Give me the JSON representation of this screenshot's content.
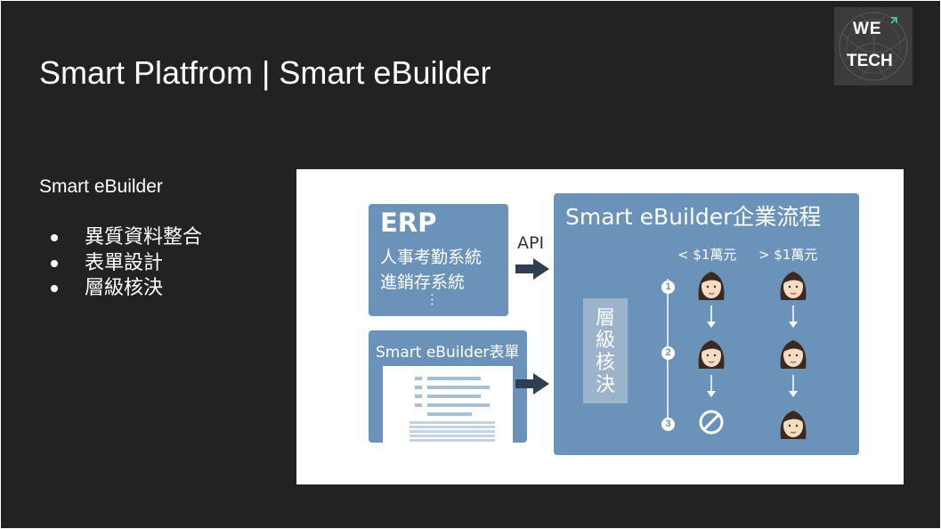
{
  "slide": {
    "title": "Smart Platfrom | Smart eBuilder"
  },
  "logo": {
    "icon": "wetech-logo",
    "line1": "WE",
    "line2": "TECH"
  },
  "content": {
    "heading": "Smart eBuilder",
    "bullets": [
      "異質資料整合",
      "表單設計",
      "層級核決"
    ]
  },
  "diagram": {
    "erp": {
      "title": "ERP",
      "systems": [
        "人事考勤系統",
        "進銷存系統"
      ],
      "ellipsis": "⋮"
    },
    "api_label": "API",
    "form": {
      "title": "Smart eBuilder表單"
    },
    "flow": {
      "title": "Smart eBuilder企業流程",
      "level_label": "層級核決",
      "amount_low": "< $1萬元",
      "amount_high": "> $1萬元",
      "steps": [
        "1",
        "2",
        "3"
      ]
    },
    "colors": {
      "box": "#6b93b9",
      "arrow": "#2f3f4f",
      "level_box": "#9bb4cc"
    }
  }
}
